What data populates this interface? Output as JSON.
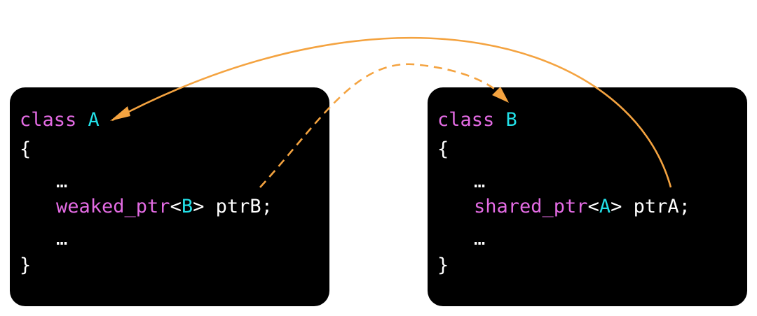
{
  "colors": {
    "box_background": "#000000",
    "keyword": "#e36be3",
    "type_name": "#22e0e8",
    "plain_text": "#ffffff",
    "arrow": "#f4a340"
  },
  "class_a": {
    "keyword": "class",
    "name": "A",
    "open_brace": "{",
    "ellipsis_top": "…",
    "member_template": "weaked_ptr",
    "open_angle": "<",
    "member_type_arg": "B",
    "close_angle": ">",
    "member_name": " ptrB;",
    "ellipsis_bottom": "…",
    "close_brace": "}"
  },
  "class_b": {
    "keyword": "class",
    "name": "B",
    "open_brace": "{",
    "ellipsis_top": "…",
    "member_template": "shared_ptr",
    "open_angle": "<",
    "member_type_arg": "A",
    "close_angle": ">",
    "member_name": " ptrA;",
    "ellipsis_bottom": "…",
    "close_brace": "}"
  },
  "arrows": [
    {
      "from": "class_b.ptrA",
      "to": "class_a",
      "style": "solid"
    },
    {
      "from": "class_a.ptrB",
      "to": "class_b",
      "style": "dashed"
    }
  ]
}
